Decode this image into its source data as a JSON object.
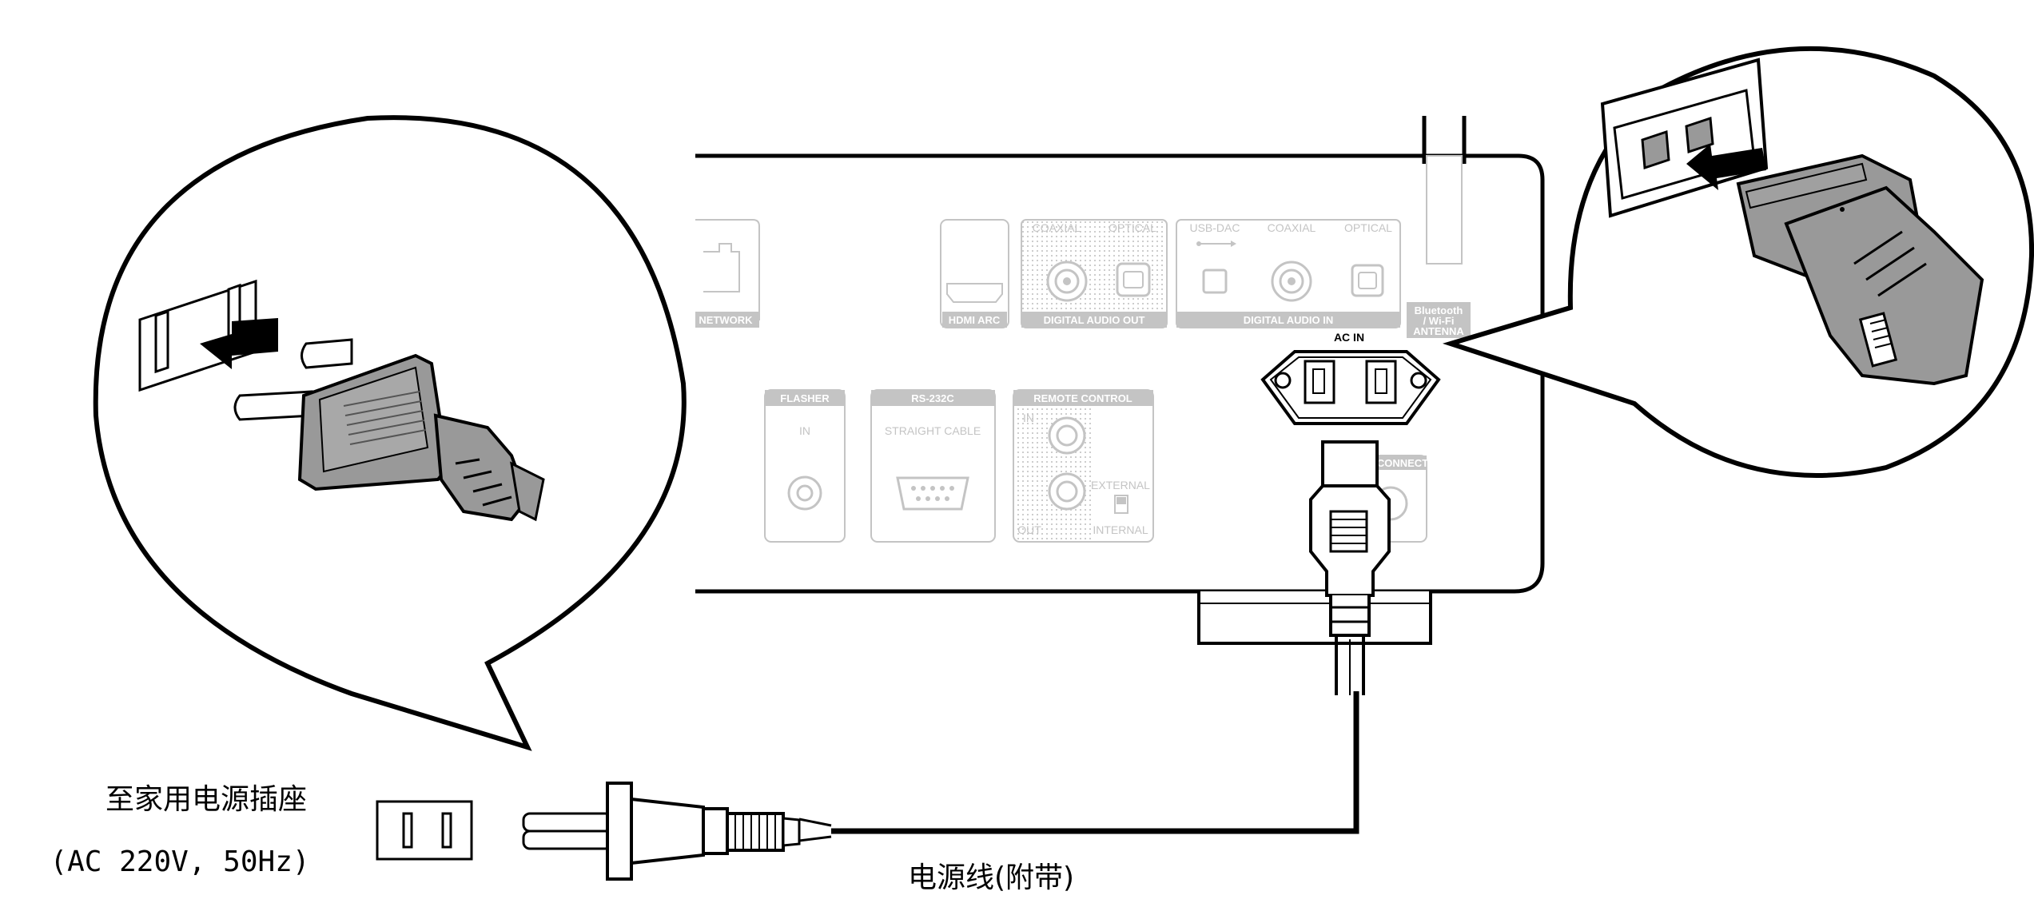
{
  "panel": {
    "network": "NETWORK",
    "hdmi_arc": "HDMI ARC",
    "digital_out": {
      "coaxial": "COAXIAL",
      "optical": "OPTICAL",
      "title": "DIGITAL AUDIO OUT"
    },
    "digital_in": {
      "usb_dac": "USB-DAC",
      "coaxial": "COAXIAL",
      "optical": "OPTICAL",
      "title": "DIGITAL AUDIO IN"
    },
    "antenna": {
      "line1": "Bluetooth",
      "line2": "/ Wi-Fi",
      "line3": "ANTENNA"
    },
    "ac_in": "AC IN",
    "flasher": {
      "title": "FLASHER",
      "in": "IN"
    },
    "rs232c": {
      "title": "RS-232C",
      "cable": "STRAIGHT CABLE"
    },
    "remote": {
      "title": "REMOTE CONTROL",
      "in": "IN",
      "out": "OUT",
      "external": "EXTERNAL",
      "internal": "INTERNAL"
    },
    "connect": "CONNECT"
  },
  "captions": {
    "outlet_title": "至家用电源插座",
    "outlet_spec": "(AC 220V, 50Hz)",
    "cord": "电源线(附带)"
  }
}
